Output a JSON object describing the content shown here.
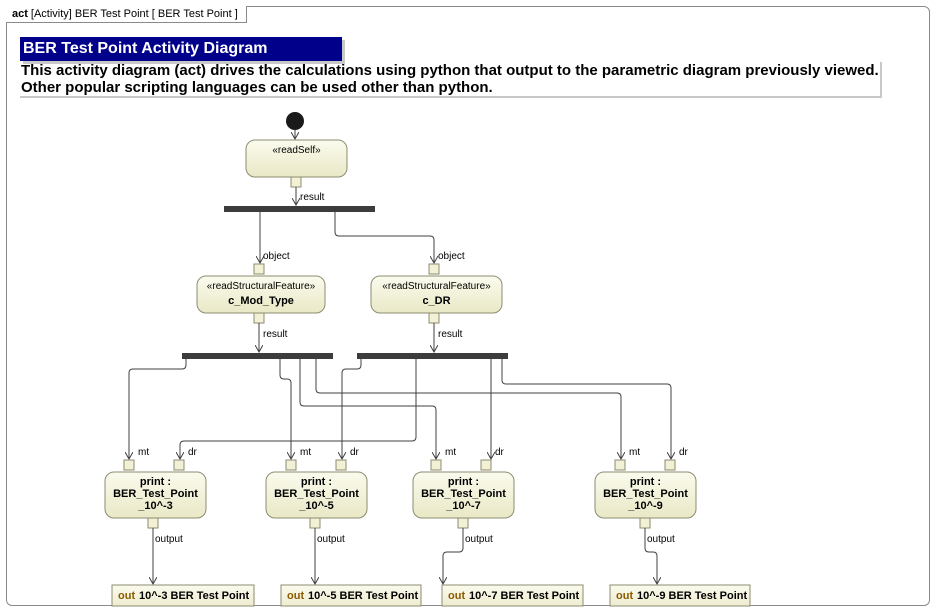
{
  "frame": {
    "kind": "act",
    "label": "[Activity] BER Test Point [ BER Test Point ]"
  },
  "title": "BER Test Point Activity Diagram",
  "description": "This activity diagram (act) drives the calculations using python that output to the parametric diagram previously viewed. Other popular scripting languages can be used other than python.",
  "read_self": {
    "stereotype": "«readSelf»",
    "pin": "result"
  },
  "read_features": [
    {
      "stereotype": "«readStructuralFeature»",
      "name": "c_Mod_Type",
      "in_pin": "object",
      "out_pin": "result"
    },
    {
      "stereotype": "«readStructuralFeature»",
      "name": "c_DR",
      "in_pin": "object",
      "out_pin": "result"
    }
  ],
  "print_actions": [
    {
      "line1": "print :",
      "line2": "BER_Test_Point",
      "line3": "_10^-3",
      "pin_mt": "mt",
      "pin_dr": "dr",
      "pin_out": "output"
    },
    {
      "line1": "print :",
      "line2": "BER_Test_Point",
      "line3": "_10^-5",
      "pin_mt": "mt",
      "pin_dr": "dr",
      "pin_out": "output"
    },
    {
      "line1": "print :",
      "line2": "BER_Test_Point",
      "line3": "_10^-7",
      "pin_mt": "mt",
      "pin_dr": "dr",
      "pin_out": "output"
    },
    {
      "line1": "print :",
      "line2": "BER_Test_Point",
      "line3": "_10^-9",
      "pin_mt": "mt",
      "pin_dr": "dr",
      "pin_out": "output"
    }
  ],
  "outputs": [
    {
      "keyword": "out",
      "name": "10^-3 BER Test Point"
    },
    {
      "keyword": "out",
      "name": "10^-5 BER Test Point"
    },
    {
      "keyword": "out",
      "name": "10^-7 BER Test Point"
    },
    {
      "keyword": "out",
      "name": "10^-9 BER Test Point"
    }
  ],
  "colors": {
    "title_bg": "#00008b",
    "action_fill": "#f4f3dc",
    "out_keyword": "#8b5a00",
    "bar": "#3c3c3c"
  }
}
